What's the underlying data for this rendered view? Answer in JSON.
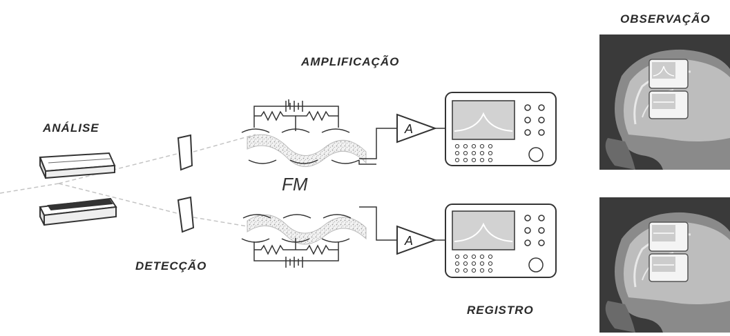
{
  "labels": {
    "observation": "OBSERVAÇÃO",
    "amplification": "AMPLIFICAÇÃO",
    "analysis": "ANÁLISE",
    "fm": "FM",
    "detection": "DETECÇÃO",
    "registration": "REGISTRO",
    "amplifier_symbol_top": "A",
    "amplifier_symbol_bottom": "A"
  },
  "colors": {
    "ink": "#2a2a2a",
    "beam": "#c8c8c8",
    "head_bg": "#3a3a3a",
    "screen": "#cfcfcf"
  }
}
